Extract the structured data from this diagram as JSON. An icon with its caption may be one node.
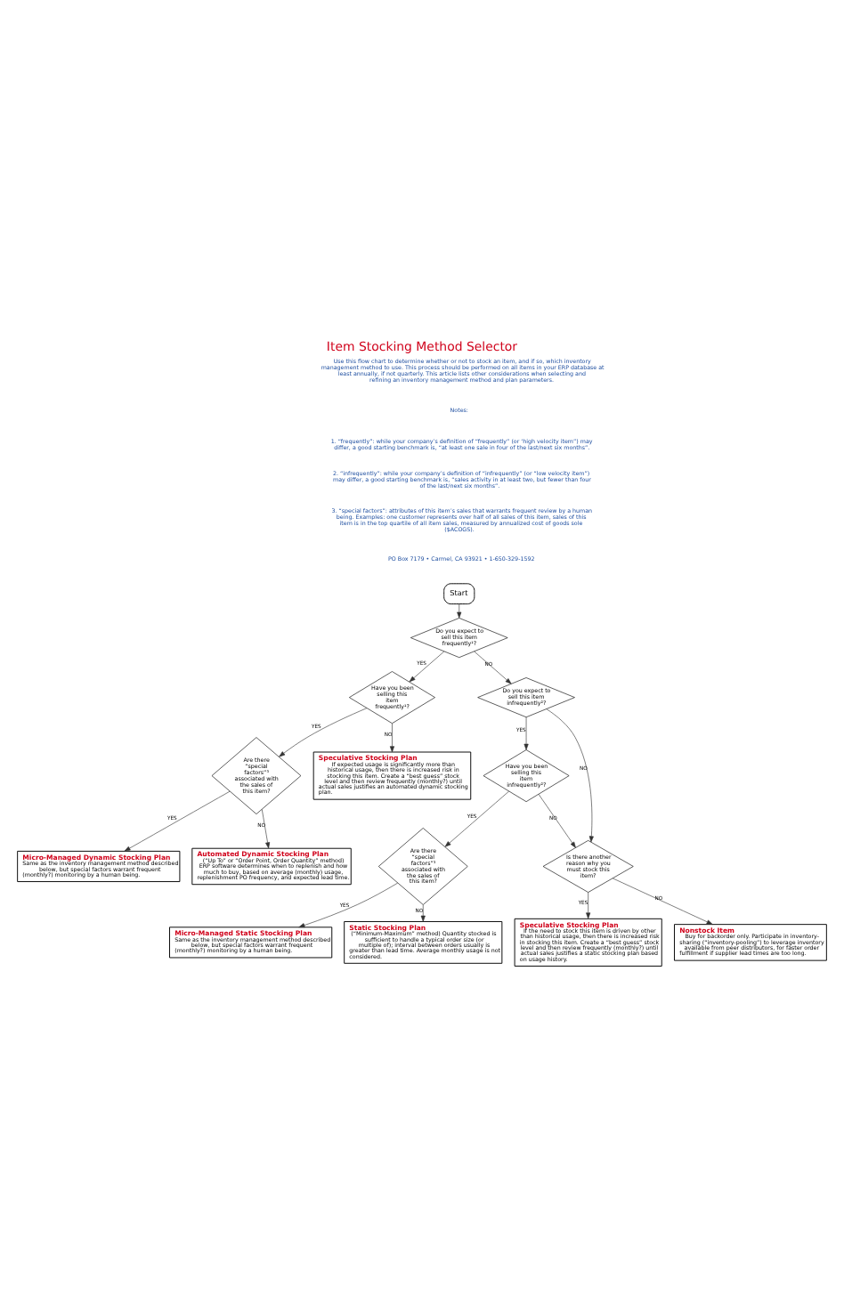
{
  "diagram": {
    "title": "Item Stocking Method Selector",
    "nodes": [
      {
        "text": [
          "Start"
        ]
      },
      {
        "text": [
          "Do you expect to sell this item frequently¹?"
        ]
      },
      {
        "text": [
          "Have you been selling this item frequently¹?"
        ]
      },
      {
        "text": [
          "Are there “special factors”³ associated with the sales of this item?"
        ]
      },
      {
        "text": [
          "Micro-Managed Dynamic Stocking Plan",
          "Same as the inventory management method described below, but special factors warrant frequent (monthly?) monitoring by a human being."
        ]
      },
      {
        "text": [
          "Automated Dynamic Stocking Plan",
          "(“Up To” or “Order Point, Order Quantity” method) ERP software determines when to replenish and how much to buy, based on average (monthly) usage, replenishment PO frequency, and expected lead time."
        ]
      },
      {
        "text": [
          "Speculative Stocking Plan",
          "If expected usage is significantly more than historical usage, then there is increased risk in stocking this item. Create a “best guess” stock level and then review frequently (monthly?) until actual sales justifies an automated dynamic stocking plan."
        ]
      },
      {
        "text": [
          "Do you expect to sell this item infrequently²?"
        ]
      },
      {
        "text": [
          "Have you been selling this item infrequently²?"
        ]
      },
      {
        "text": [
          "Are there “special factors”³ associated with the sales of this item?"
        ]
      },
      {
        "text": [
          "Micro-Managed Static Stocking Plan",
          "Same as the inventory management method described below, but special factors warrant frequent (monthly?) monitoring by a human being."
        ]
      },
      {
        "text": [
          "Static Stocking Plan",
          "(“Minimum-Maximum” method) Quantity stocked is sufficient to handle a typical order size (or multiple of); interval between orders usually is greater than lead time. Average monthly usage is not considered."
        ]
      },
      {
        "text": [
          "Is there another reason why you must stock this item?"
        ]
      },
      {
        "text": [
          "Speculative Stocking Plan",
          "If the need to stock this item is driven by other than historical usage, then there is increased risk in stocking this item. Create a “best guess” stock level and then review frequently (monthly?) until actual sales justifies a static stocking plan based on usage history."
        ]
      },
      {
        "text": [
          "Nonstock Item",
          "Buy for backorder only. Participate in inventory-sharing (“inventory-pooling”) to leverage inventory available from peer distributors, for faster order fulfillment if supplier lead times are too long."
        ]
      }
    ],
    "edges": [
      {
        "from": 0,
        "to": 1,
        "arrow": "to"
      },
      {
        "from": 1,
        "to": 2,
        "arrow": "to",
        "label": "YES"
      },
      {
        "from": 1,
        "to": 7,
        "arrow": "to",
        "label": "NO"
      },
      {
        "from": 2,
        "to": 3,
        "arrow": "to",
        "label": "YES"
      },
      {
        "from": 2,
        "to": 6,
        "arrow": "to",
        "label": "NO"
      },
      {
        "from": 3,
        "to": 4,
        "arrow": "to",
        "label": "YES"
      },
      {
        "from": 3,
        "to": 5,
        "arrow": "to",
        "label": "NO"
      },
      {
        "from": 7,
        "to": 8,
        "arrow": "to",
        "label": "YES"
      },
      {
        "from": 7,
        "to": 12,
        "arrow": "to",
        "label": "NO"
      },
      {
        "from": 8,
        "to": 9,
        "arrow": "to",
        "label": "YES"
      },
      {
        "from": 8,
        "to": 12,
        "arrow": "to",
        "label": "NO"
      },
      {
        "from": 9,
        "to": 10,
        "arrow": "to",
        "label": "YES"
      },
      {
        "from": 9,
        "to": 11,
        "arrow": "to",
        "label": "NO"
      },
      {
        "from": 12,
        "to": 13,
        "arrow": "to",
        "label": "YES"
      },
      {
        "from": 12,
        "to": 14,
        "arrow": "to",
        "label": "NO"
      }
    ],
    "labels": [
      "Use this flow chart to determine whether or not to stock an item, and if so, which inventory management method to use. This process should be performed on all items in your ERP database at least annually, if not quarterly. This article lists other considerations when selecting and refining an inventory management method and plan parameters.",
      "Notes:",
      "1. “frequently”: while your company’s definition of “frequently” (or ‘high velocity item”) may differ, a good starting benchmark is, “at least one sale in four of the last/next six months”.",
      "2. “infrequently”: while your company’s definition of “infrequently” (or “low velocity item”) may differ, a good starting benchmark is, “sales activity in at least two, but fewer than four of the last/next six months”.",
      "3. “special factors”: attributes of this item’s sales that warrants frequent review by a human being. Examples: one customer represents over half of all sales of this item, sales of this item is in the top quartile of all item sales, measured by annualized cost of goods sole ($ACOGS).",
      "PO Box 7179 • Carmel, CA 93921 • 1-650-329-1592"
    ]
  }
}
